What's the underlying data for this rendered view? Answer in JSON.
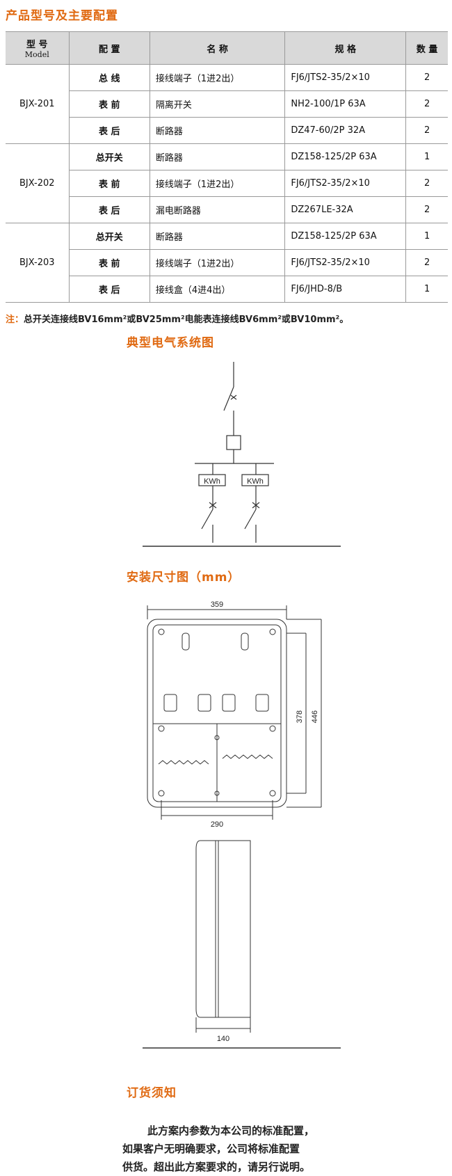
{
  "titles": {
    "products": "产品型号及主要配置",
    "diagram": "典型电气系统图",
    "dimensions": "安装尺寸图（mm）",
    "order": "订货须知"
  },
  "table": {
    "headers": {
      "model": "型 号",
      "model_sub": "Model",
      "config": "配 置",
      "name": "名 称",
      "spec": "规 格",
      "qty": "数 量"
    },
    "groups": [
      {
        "model": "BJX-201",
        "rows": [
          {
            "config": "总 线",
            "name": "接线端子（1进2出）",
            "spec": "FJ6/JTS2-35/2×10",
            "qty": "2"
          },
          {
            "config": "表 前",
            "name": "隔离开关",
            "spec": "NH2-100/1P 63A",
            "qty": "2"
          },
          {
            "config": "表 后",
            "name": "断路器",
            "spec": "DZ47-60/2P 32A",
            "qty": "2"
          }
        ]
      },
      {
        "model": "BJX-202",
        "rows": [
          {
            "config": "总开关",
            "name": "断路器",
            "spec": "DZ158-125/2P 63A",
            "qty": "1"
          },
          {
            "config": "表 前",
            "name": "接线端子（1进2出）",
            "spec": "FJ6/JTS2-35/2×10",
            "qty": "2"
          },
          {
            "config": "表 后",
            "name": "漏电断路器",
            "spec": "DZ267LE-32A",
            "qty": "2"
          }
        ]
      },
      {
        "model": "BJX-203",
        "rows": [
          {
            "config": "总开关",
            "name": "断路器",
            "spec": "DZ158-125/2P 63A",
            "qty": "1"
          },
          {
            "config": "表 前",
            "name": "接线端子（1进2出）",
            "spec": "FJ6/JTS2-35/2×10",
            "qty": "2"
          },
          {
            "config": "表 后",
            "name": "接线盒（4进4出）",
            "spec": "FJ6/JHD-8/B",
            "qty": "1"
          }
        ]
      }
    ]
  },
  "note": {
    "label": "注：",
    "text": "总开关连接线BV16mm²或BV25mm²电能表连接线BV6mm²或BV10mm²。"
  },
  "diagram": {
    "meter_label": "KWh"
  },
  "dimensions": {
    "width": "359",
    "height_inner": "378",
    "height_total": "446",
    "base_width": "290",
    "depth": "140"
  },
  "order_text": [
    "此方案内参数为本公司的标准配置，",
    "如果客户无明确要求，公司将标准配置",
    "供货。超出此方案要求的，请另行说明。"
  ]
}
